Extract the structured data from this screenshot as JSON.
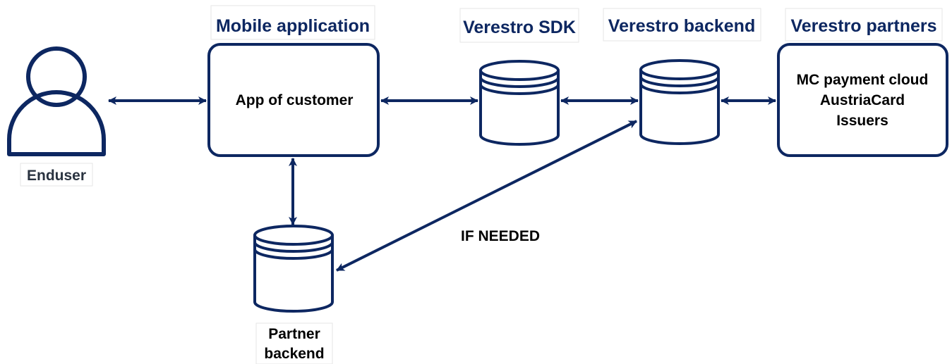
{
  "colors": {
    "primary": "#0d2761",
    "text": "#000000",
    "label_bg": "#ffffff",
    "enduser_label": "#2a3340"
  },
  "headers": {
    "mobile_application": "Mobile application",
    "verestro_sdk": "Verestro SDK",
    "verestro_backend": "Verestro backend",
    "verestro_partners": "Verestro partners"
  },
  "nodes": {
    "enduser": {
      "label": "Enduser",
      "icon": "person-icon"
    },
    "app_of_customer": {
      "label": "App of customer"
    },
    "sdk": {
      "icon": "database-icon"
    },
    "backend": {
      "icon": "database-icon"
    },
    "partners": {
      "lines": [
        "MC payment cloud",
        "AustriaCard",
        "Issuers"
      ]
    },
    "partner_backend": {
      "lines": [
        "Partner",
        "backend"
      ],
      "icon": "database-icon"
    }
  },
  "edges": {
    "if_needed": "IF NEEDED"
  }
}
